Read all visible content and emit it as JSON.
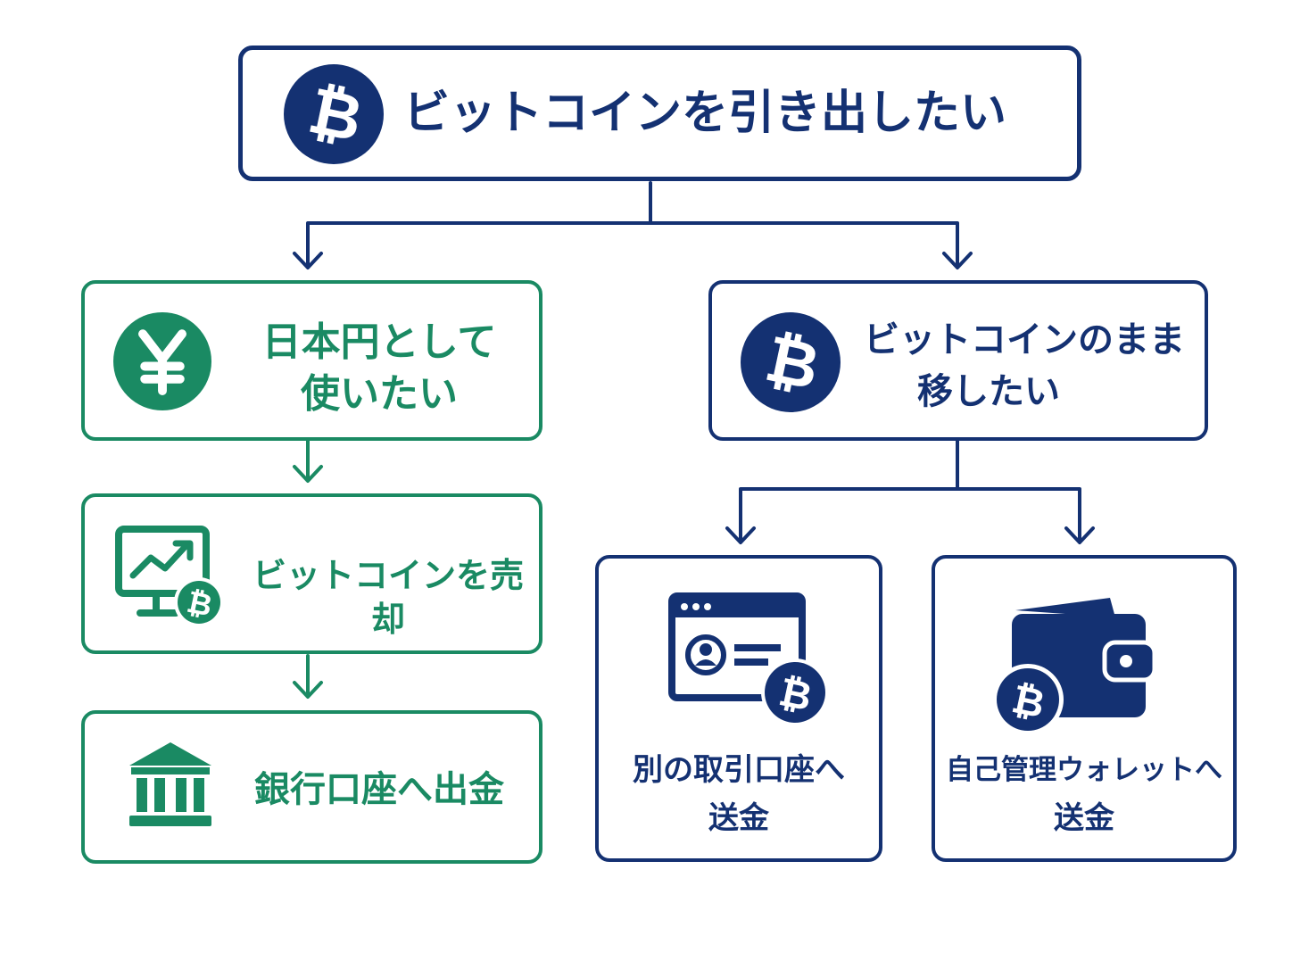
{
  "root": {
    "title": "ビットコインを引き出したい",
    "icon": "bitcoin-icon"
  },
  "left_branch": {
    "heading_line1": "日本円として",
    "heading_line2": "使いたい",
    "icon": "yen-icon",
    "steps": [
      {
        "label": "ビットコインを売却",
        "icon": "chart-monitor-bitcoin-icon"
      },
      {
        "label": "銀行口座へ出金",
        "icon": "bank-icon"
      }
    ]
  },
  "right_branch": {
    "heading_line1": "ビットコインのまま",
    "heading_line2": "移したい",
    "icon": "bitcoin-icon",
    "options": [
      {
        "line1": "別の取引口座へ",
        "line2": "送金",
        "icon": "exchange-account-bitcoin-icon"
      },
      {
        "line1": "自己管理ウォレットへ",
        "line2": "送金",
        "icon": "wallet-bitcoin-icon"
      }
    ]
  },
  "colors": {
    "navy": "#143172",
    "green": "#1a8a63"
  }
}
